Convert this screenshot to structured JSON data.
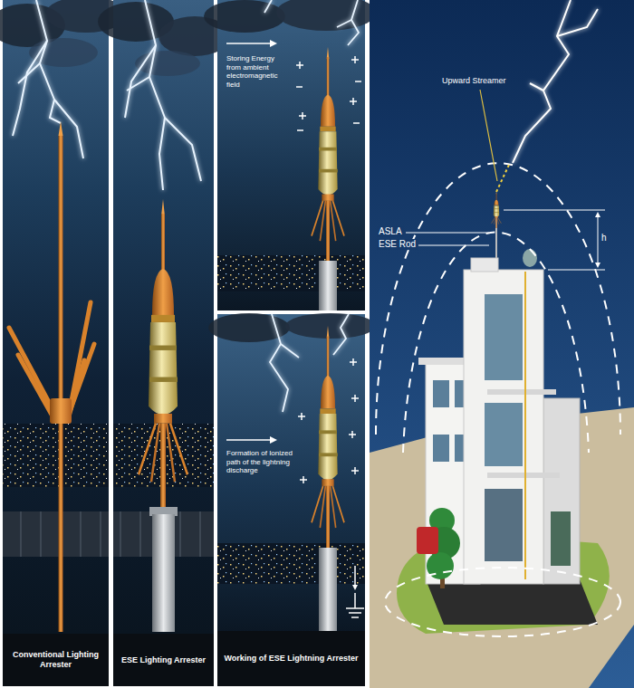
{
  "diagram": {
    "labels": [
      "Conventional Lighting Arrester",
      "ESE Lighting Arrester",
      "Storing Energy from ambient electromagnetic field",
      "Formation of Ionized path of the lightning discharge",
      "Working of ESE Lightning Arrester",
      "Upward Streamer",
      "ASLA",
      "ESE Rod",
      "h"
    ]
  }
}
